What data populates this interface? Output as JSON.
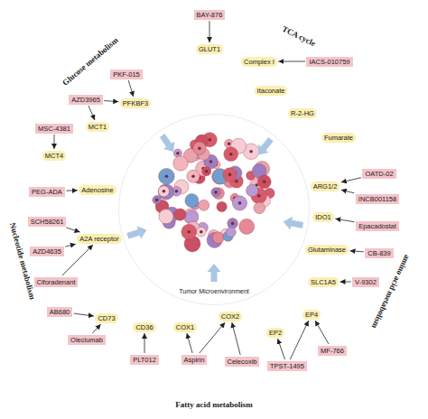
{
  "diagram": {
    "nodes": [
      {
        "text": [
          "Glucose metabolism"
        ]
      },
      {
        "text": [
          "BAY-876"
        ],
        "in": 0
      },
      {
        "text": [
          "GLUT1"
        ],
        "in": 0
      },
      {
        "text": [
          "PKF-015"
        ],
        "in": 0
      },
      {
        "text": [
          "PFKBF3"
        ],
        "in": 0
      },
      {
        "text": [
          "AZD3965"
        ],
        "in": 0
      },
      {
        "text": [
          "MCT1"
        ],
        "in": 0
      },
      {
        "text": [
          "MSC-4381"
        ],
        "in": 0
      },
      {
        "text": [
          "MCT4"
        ],
        "in": 0
      },
      {
        "text": [
          "TCA cycle"
        ]
      },
      {
        "text": [
          "Complex I"
        ],
        "in": 9
      },
      {
        "text": [
          "IACS-010759"
        ],
        "in": 9
      },
      {
        "text": [
          "Itaconate"
        ],
        "in": 9
      },
      {
        "text": [
          "R-2-HG"
        ],
        "in": 9
      },
      {
        "text": [
          "Fumarate"
        ],
        "in": 9
      },
      {
        "text": [
          "amino acid metabolism"
        ]
      },
      {
        "text": [
          "OATD-02"
        ],
        "in": 15
      },
      {
        "text": [
          "ARG1/2"
        ],
        "in": 15
      },
      {
        "text": [
          "INCB001158"
        ],
        "in": 15
      },
      {
        "text": [
          "IDO1"
        ],
        "in": 15
      },
      {
        "text": [
          "Epacadostat"
        ],
        "in": 15
      },
      {
        "text": [
          "Glutaminase"
        ],
        "in": 15
      },
      {
        "text": [
          "CB-839"
        ],
        "in": 15
      },
      {
        "text": [
          "SLC1A5"
        ],
        "in": 15
      },
      {
        "text": [
          "V-9302"
        ],
        "in": 15
      },
      {
        "text": [
          "Fatty acid metabolism"
        ]
      },
      {
        "text": [
          "CD36"
        ],
        "in": 25
      },
      {
        "text": [
          "PLT012"
        ],
        "in": 25
      },
      {
        "text": [
          "COX1"
        ],
        "in": 25
      },
      {
        "text": [
          "Aspirin"
        ],
        "in": 25
      },
      {
        "text": [
          "COX2"
        ],
        "in": 25
      },
      {
        "text": [
          "Celecoxib"
        ],
        "in": 25
      },
      {
        "text": [
          "EP2"
        ],
        "in": 25
      },
      {
        "text": [
          "TPST-1495"
        ],
        "in": 25
      },
      {
        "text": [
          "EP4"
        ],
        "in": 25
      },
      {
        "text": [
          "MF-766"
        ],
        "in": 25
      },
      {
        "text": [
          "Nucleotide metabolism"
        ]
      },
      {
        "text": [
          "PEG-ADA"
        ],
        "in": 36
      },
      {
        "text": [
          "Adenosine"
        ],
        "in": 36
      },
      {
        "text": [
          "SCH58261"
        ],
        "in": 36
      },
      {
        "text": [
          "A2A receptor"
        ],
        "in": 36
      },
      {
        "text": [
          "AZD4635"
        ],
        "in": 36
      },
      {
        "text": [
          "Ciforadenant"
        ],
        "in": 36
      },
      {
        "text": [
          "AB680"
        ],
        "in": 36
      },
      {
        "text": [
          "CD73"
        ],
        "in": 36
      },
      {
        "text": [
          "Oleclumab"
        ],
        "in": 36
      },
      {
        "text": [
          "Tumor Microenvironment"
        ]
      }
    ],
    "edges": [
      {
        "from": 1,
        "to": 2,
        "arrow": "to"
      },
      {
        "from": 3,
        "to": 4,
        "arrow": "to"
      },
      {
        "from": 5,
        "to": 4,
        "arrow": "to"
      },
      {
        "from": 5,
        "to": 6,
        "arrow": "to"
      },
      {
        "from": 7,
        "to": 8,
        "arrow": "to"
      },
      {
        "from": 11,
        "to": 10,
        "arrow": "to"
      },
      {
        "from": 16,
        "to": 17,
        "arrow": "to"
      },
      {
        "from": 18,
        "to": 17,
        "arrow": "to"
      },
      {
        "from": 20,
        "to": 19,
        "arrow": "to"
      },
      {
        "from": 22,
        "to": 21,
        "arrow": "to"
      },
      {
        "from": 24,
        "to": 23,
        "arrow": "to"
      },
      {
        "from": 27,
        "to": 26,
        "arrow": "to"
      },
      {
        "from": 29,
        "to": 28,
        "arrow": "to"
      },
      {
        "from": 29,
        "to": 30,
        "arrow": "to"
      },
      {
        "from": 31,
        "to": 30,
        "arrow": "to"
      },
      {
        "from": 33,
        "to": 32,
        "arrow": "to"
      },
      {
        "from": 33,
        "to": 34,
        "arrow": "to"
      },
      {
        "from": 35,
        "to": 34,
        "arrow": "to"
      },
      {
        "from": 37,
        "to": 38,
        "arrow": "to"
      },
      {
        "from": 39,
        "to": 40,
        "arrow": "to"
      },
      {
        "from": 41,
        "to": 40,
        "arrow": "to"
      },
      {
        "from": 42,
        "to": 40,
        "arrow": "to"
      },
      {
        "from": 43,
        "to": 44,
        "arrow": "to"
      },
      {
        "from": 45,
        "to": 44,
        "arrow": "to"
      },
      {
        "from": 0,
        "to": 46,
        "arrow": "to"
      },
      {
        "from": 9,
        "to": 46,
        "arrow": "to"
      },
      {
        "from": 15,
        "to": 46,
        "arrow": "to"
      },
      {
        "from": 25,
        "to": 46,
        "arrow": "to"
      },
      {
        "from": 36,
        "to": 46,
        "arrow": "to"
      }
    ]
  }
}
